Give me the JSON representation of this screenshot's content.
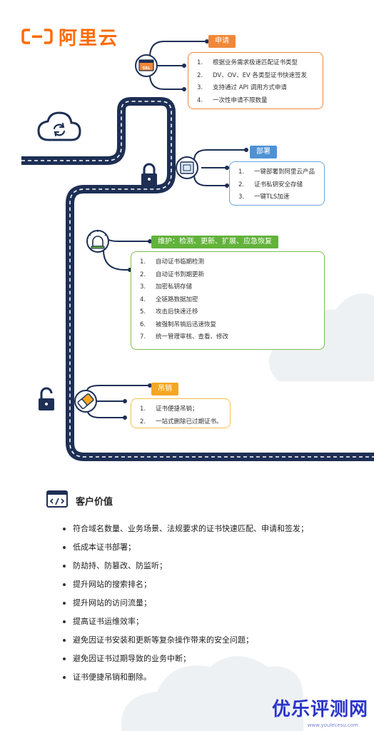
{
  "logo": {
    "text": "阿里云"
  },
  "stages": [
    {
      "id": "apply",
      "tag": "申请",
      "color": "#f0883a",
      "items": [
        "根据业务需求极速匹配证书类型",
        "DV、OV、EV 各类型证书快速签发",
        "支持通过 API 调用方式申请",
        "一次性申请不限数量"
      ]
    },
    {
      "id": "deploy",
      "tag": "部署",
      "color": "#4d92d6",
      "items": [
        "一键部署到阿里云产品",
        "证书私钥安全存储",
        "一键TLS加速"
      ]
    },
    {
      "id": "maintain",
      "tag": "维护：检测、更新、扩展、应急恢复",
      "color": "#63b23c",
      "items": [
        "自动证书临期检测",
        "自动证书到期更新",
        "加密私钥存储",
        "全链路数据加密",
        "攻击后快速迁移",
        "被强制吊销后迅速恢复",
        "统一管理审核、查看、修改"
      ]
    },
    {
      "id": "revoke",
      "tag": "吊销",
      "color": "#f5a623",
      "items": [
        "证书便捷吊销；",
        "一站式删除已过期证书。"
      ]
    }
  ],
  "ssl_badge": "SSL",
  "customer_value": {
    "title": "客户价值",
    "icon": "code-window-icon",
    "items": [
      "符合域名数量、业务场景、法规要求的证书快速匹配、申请和签发；",
      "低成本证书部署；",
      "防劫持、防篡改、防监听；",
      "提升网站的搜索排名；",
      "提升网站的访问流量；",
      "提高证书运维效率；",
      "避免因证书安装和更新等复杂操作带来的安全问题；",
      "避免因证书过期导致的业务中断；",
      "证书便捷吊销和删除。"
    ]
  },
  "watermark": {
    "text": "优乐评测网",
    "sub": "www.youlecesu.com"
  },
  "colors": {
    "road": "#1e2f55",
    "brand": "#ff6a00"
  }
}
